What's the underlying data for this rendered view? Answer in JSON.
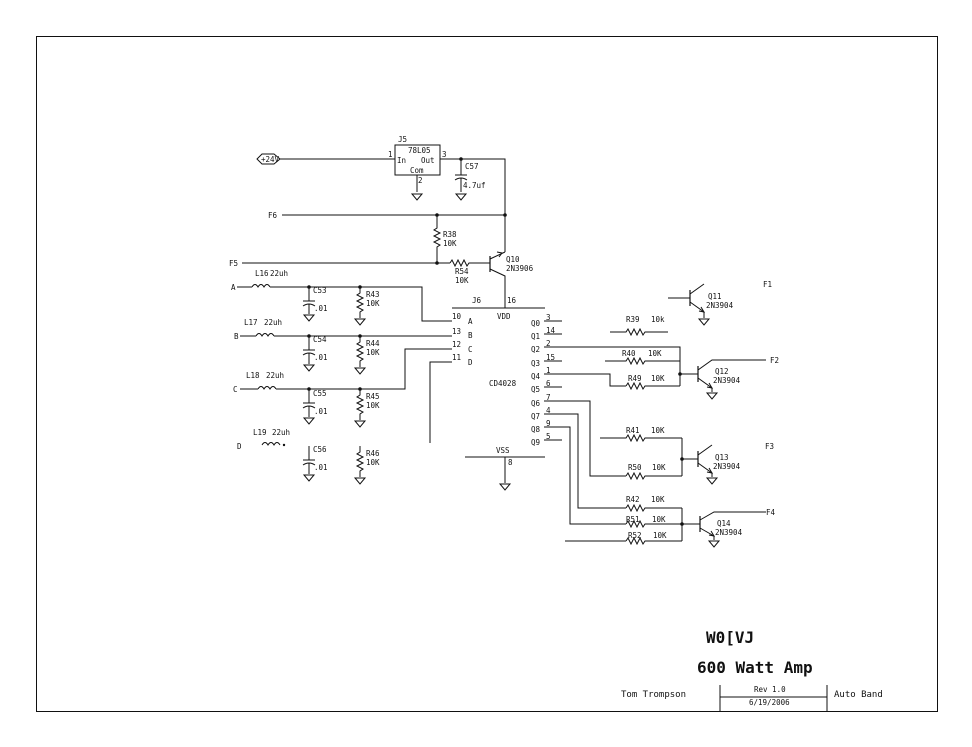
{
  "title_block": {
    "callsign": "W0[VJ",
    "title": "600 Watt Amp",
    "author": "Tom Trompson",
    "rev": "Rev 1.0",
    "date": "6/19/2006",
    "sheet_name": "Auto Band"
  },
  "ports": {
    "p24": "+24V",
    "f6": "F6",
    "f5": "F5",
    "f1": "F1",
    "f2": "F2",
    "f3": "F3",
    "f4": "F4",
    "a": "A",
    "b": "B",
    "c": "C",
    "d": "D"
  },
  "regulator": {
    "ref": "J5",
    "part": "78L05",
    "in": "In",
    "out": "Out",
    "com": "Com",
    "pin_in": "1",
    "pin_out": "3",
    "pin_com": "2"
  },
  "c57": {
    "ref": "C57",
    "val": "4.7uf"
  },
  "r38": {
    "ref": "R38",
    "val": "10K"
  },
  "r54": {
    "ref": "R54",
    "val": "10K"
  },
  "q10": {
    "ref": "Q10",
    "part": "2N3906"
  },
  "inductors": [
    {
      "ref": "L16",
      "val": "22uh"
    },
    {
      "ref": "L17",
      "val": "22uh"
    },
    {
      "ref": "L18",
      "val": "22uh"
    },
    {
      "ref": "L19",
      "val": "22uh"
    }
  ],
  "caps": [
    {
      "ref": "C53",
      "val": ".01"
    },
    {
      "ref": "C54",
      "val": ".01"
    },
    {
      "ref": "C55",
      "val": ".01"
    },
    {
      "ref": "C56",
      "val": ".01"
    }
  ],
  "pulldowns": [
    {
      "ref": "R43",
      "val": "10K"
    },
    {
      "ref": "R44",
      "val": "10K"
    },
    {
      "ref": "R45",
      "val": "10K"
    },
    {
      "ref": "R46",
      "val": "10K"
    }
  ],
  "ic": {
    "ref": "J6",
    "part": "CD4028",
    "vdd": "VDD",
    "vss": "VSS",
    "pin_vdd": "16",
    "pin_vss": "8",
    "inputs": [
      {
        "pin": "10",
        "name": "A"
      },
      {
        "pin": "13",
        "name": "B"
      },
      {
        "pin": "12",
        "name": "C"
      },
      {
        "pin": "11",
        "name": "D"
      }
    ],
    "outputs": [
      {
        "name": "Q0",
        "pin": "3"
      },
      {
        "name": "Q1",
        "pin": "14"
      },
      {
        "name": "Q2",
        "pin": "2"
      },
      {
        "name": "Q3",
        "pin": "15"
      },
      {
        "name": "Q4",
        "pin": "1"
      },
      {
        "name": "Q5",
        "pin": "6"
      },
      {
        "name": "Q6",
        "pin": "7"
      },
      {
        "name": "Q7",
        "pin": "4"
      },
      {
        "name": "Q8",
        "pin": "9"
      },
      {
        "name": "Q9",
        "pin": "5"
      }
    ]
  },
  "base_resistors": [
    {
      "ref": "R39",
      "val": "10k"
    },
    {
      "ref": "R40",
      "val": "10K"
    },
    {
      "ref": "R49",
      "val": "10K"
    },
    {
      "ref": "R41",
      "val": "10K"
    },
    {
      "ref": "R50",
      "val": "10K"
    },
    {
      "ref": "R42",
      "val": "10K"
    },
    {
      "ref": "R51",
      "val": "10K"
    },
    {
      "ref": "R52",
      "val": "10K"
    }
  ],
  "drivers": [
    {
      "ref": "Q11",
      "part": "2N3904"
    },
    {
      "ref": "Q12",
      "part": "2N3904"
    },
    {
      "ref": "Q13",
      "part": "2N3904"
    },
    {
      "ref": "Q14",
      "part": "2N3904"
    }
  ]
}
